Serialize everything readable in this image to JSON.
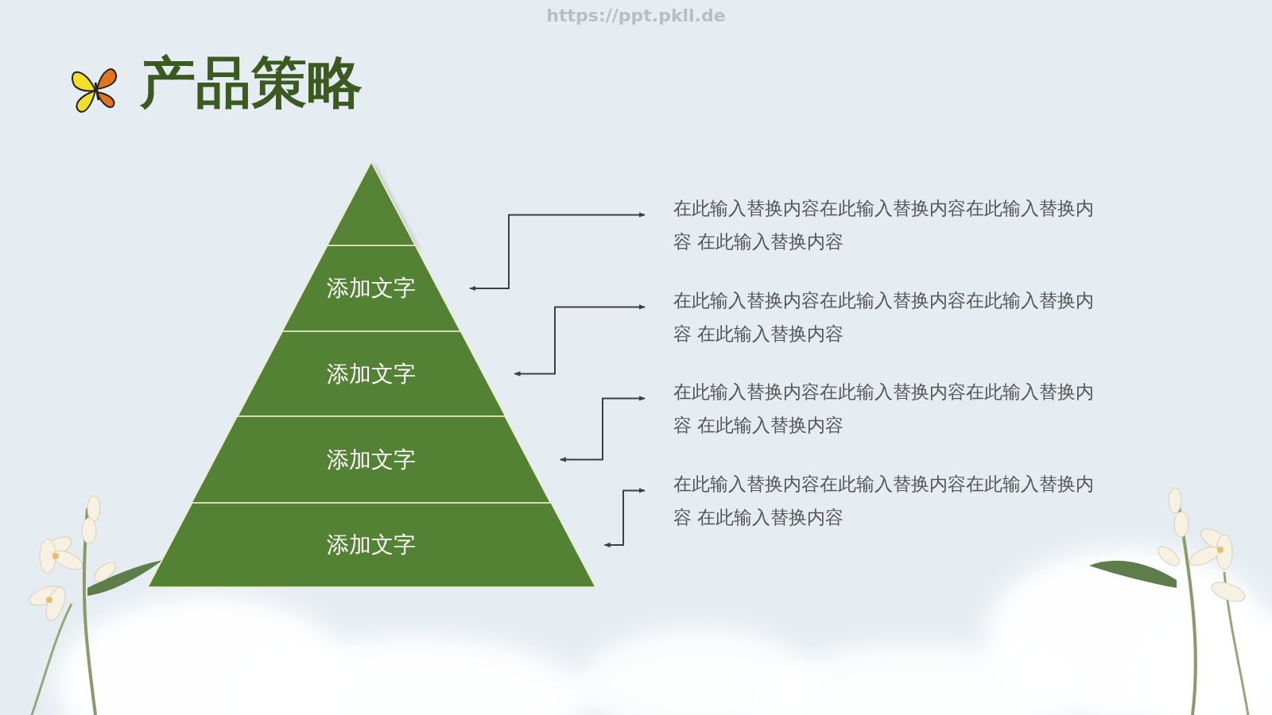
{
  "diagram": {
    "title": "产品策略",
    "nodes": [
      {
        "text": [
          "添加文字"
        ]
      },
      {
        "text": [
          "添加文字"
        ]
      },
      {
        "text": [
          "添加文字"
        ]
      },
      {
        "text": [
          "添加文字"
        ]
      },
      {
        "text": [
          "在此输入替换内容在此输入替换内容在此输入替换内容 在此输入替换内容"
        ]
      },
      {
        "text": [
          "在此输入替换内容在此输入替换内容在此输入替换内容 在此输入替换内容"
        ]
      },
      {
        "text": [
          "在此输入替换内容在此输入替换内容在此输入替换内容 在此输入替换内容"
        ]
      },
      {
        "text": [
          "在此输入替换内容在此输入替换内容在此输入替换内容 在此输入替换内容"
        ]
      }
    ],
    "edges": [
      {
        "from": 0,
        "to": 4,
        "arrow": "both"
      },
      {
        "from": 1,
        "to": 5,
        "arrow": "both"
      },
      {
        "from": 2,
        "to": 6,
        "arrow": "both"
      },
      {
        "from": 3,
        "to": 7,
        "arrow": "both"
      }
    ],
    "labels": [
      "https://ppt.pkll.de"
    ]
  }
}
